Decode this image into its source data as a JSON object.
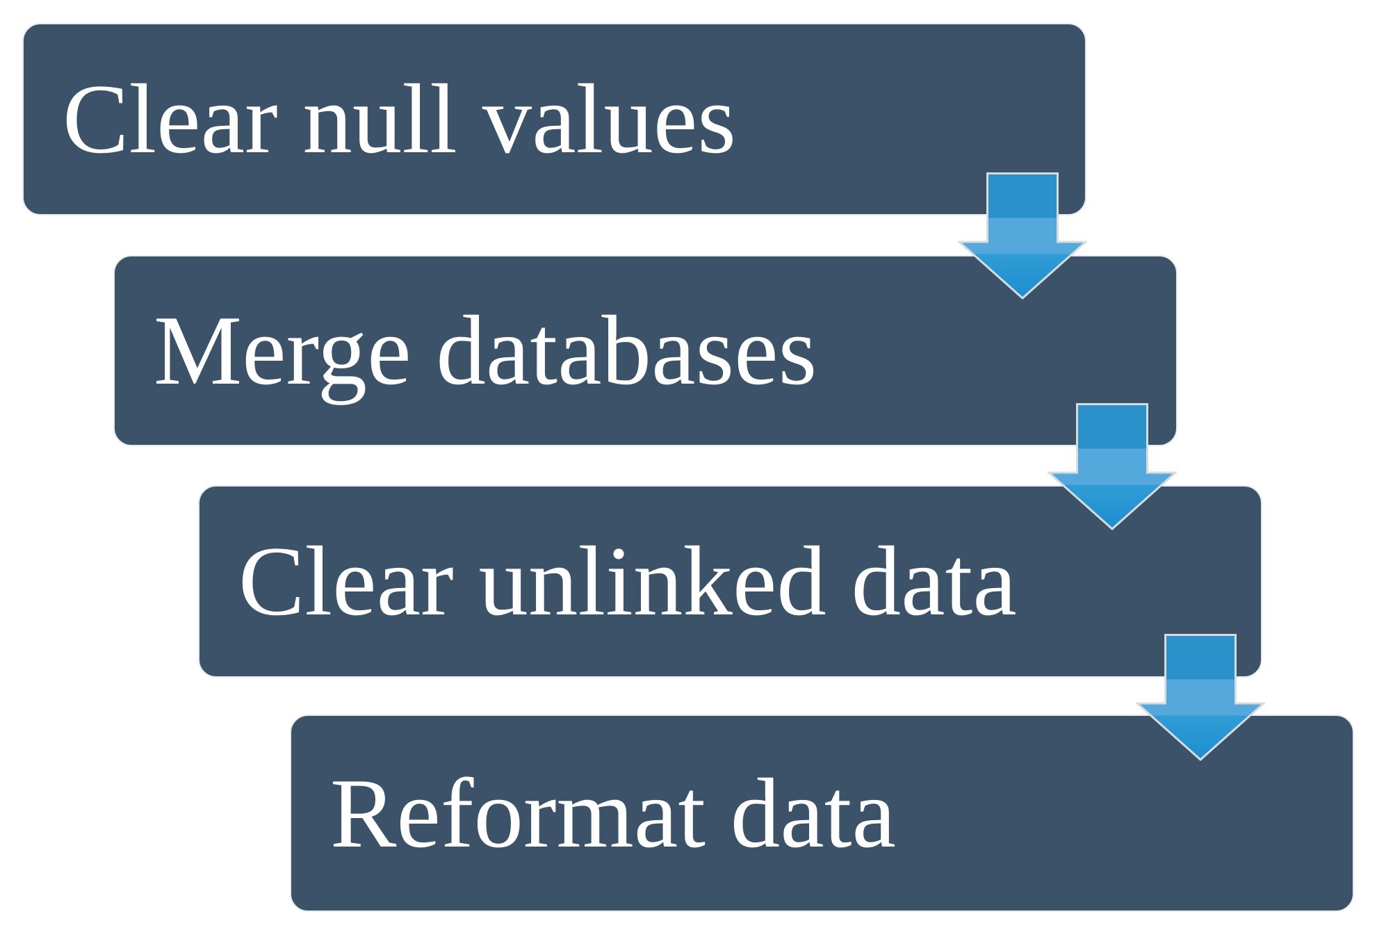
{
  "diagram": {
    "type": "flowchart",
    "layout": "staircase-top-to-bottom",
    "steps": [
      {
        "label": "Clear null values"
      },
      {
        "label": "Merge databases"
      },
      {
        "label": "Clear unlinked data"
      },
      {
        "label": "Reformat data"
      }
    ],
    "connectors": [
      {
        "from": "Clear null values",
        "to": "Merge databases",
        "icon": "down-arrow-icon"
      },
      {
        "from": "Merge databases",
        "to": "Clear unlinked data",
        "icon": "down-arrow-icon"
      },
      {
        "from": "Clear unlinked data",
        "to": "Reformat data",
        "icon": "down-arrow-icon"
      }
    ],
    "colors": {
      "background": "#FFFFFF",
      "box_fill": "#3B5268",
      "box_text": "#FFFFFF",
      "arrow_top": "#2B91CB",
      "arrow_light": "#55A8DC",
      "arrow_head": "#309CD5",
      "arrow_tip": "#1D8ECF",
      "arrow_outline": "#D8DCDE"
    }
  }
}
